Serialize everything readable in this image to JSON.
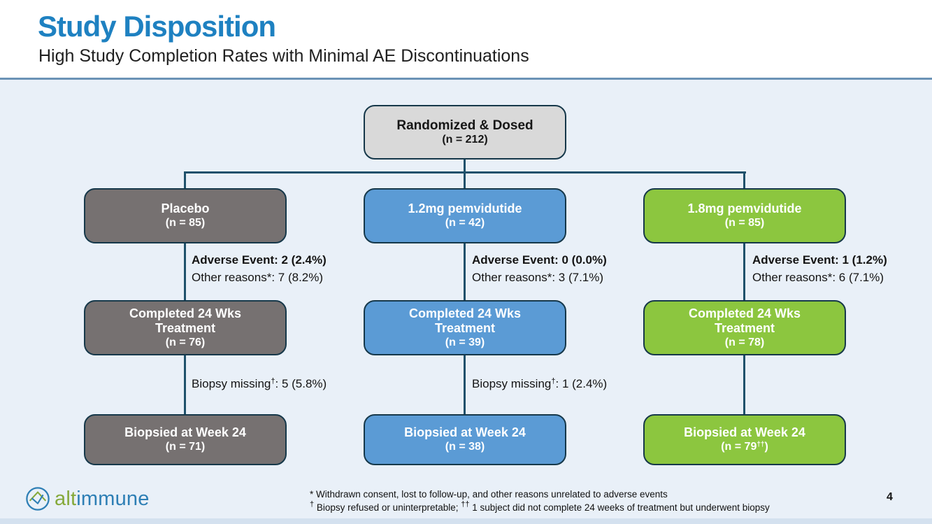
{
  "header": {
    "title": "Study Disposition",
    "subtitle": "High Study Completion Rates with Minimal AE Discontinuations"
  },
  "colors": {
    "title_blue": "#1E81C1",
    "divider": "#6B93B6",
    "content_bg": "#E9F0F8",
    "box_border": "#16384A",
    "connector": "#1F516B",
    "root_gray": "#D9D9D9",
    "placebo_gray": "#767171",
    "dose12_blue": "#5B9BD5",
    "dose18_green": "#8CC63F",
    "logo_green": "#85A93A",
    "logo_blue": "#2E7FB5"
  },
  "flow": {
    "root": {
      "title": "Randomized & Dosed",
      "n": "(n = 212)"
    },
    "columns": [
      {
        "arm_title": "Placebo",
        "arm_n": "(n = 85)",
        "ae_note": "Adverse Event: 2 (2.4%)",
        "other_note": "Other reasons*: 7 (8.2%)",
        "completed_l1": "Completed 24 Wks",
        "completed_l2": "Treatment",
        "completed_n": "(n = 76)",
        "biopsy_pre": "Biopsy missing",
        "biopsy_sup": "†",
        "biopsy_post": ": 5 (5.8%)",
        "biopsied_title": "Biopsied at Week 24",
        "biopsied_n_pre": "(n = 71",
        "biopsied_n_sup": "",
        "biopsied_n_post": ")"
      },
      {
        "arm_title": "1.2mg pemvidutide",
        "arm_n": "(n = 42)",
        "ae_note": "Adverse Event: 0 (0.0%)",
        "other_note": "Other reasons*: 3 (7.1%)",
        "completed_l1": "Completed 24 Wks",
        "completed_l2": "Treatment",
        "completed_n": "(n = 39)",
        "biopsy_pre": "Biopsy missing",
        "biopsy_sup": "†",
        "biopsy_post": ": 1 (2.4%)",
        "biopsied_title": "Biopsied at Week 24",
        "biopsied_n_pre": "(n = 38",
        "biopsied_n_sup": "",
        "biopsied_n_post": ")"
      },
      {
        "arm_title": "1.8mg pemvidutide",
        "arm_n": "(n = 85)",
        "ae_note": "Adverse Event: 1 (1.2%)",
        "other_note": "Other reasons*: 6 (7.1%)",
        "completed_l1": "Completed 24 Wks",
        "completed_l2": "Treatment",
        "completed_n": "(n = 78)",
        "biopsied_title": "Biopsied at Week 24",
        "biopsied_n_pre": "(n = 79",
        "biopsied_n_sup": "††",
        "biopsied_n_post": ")"
      }
    ]
  },
  "footer": {
    "logo_alt": "alt",
    "logo_immune": "immune",
    "footnote1": "* Withdrawn consent, lost to follow-up, and other reasons unrelated to adverse events",
    "footnote2_sup1": "†",
    "footnote2_text1": " Biopsy refused or uninterpretable;  ",
    "footnote2_sup2": "††",
    "footnote2_text2": " 1 subject did not complete 24 weeks of treatment but underwent biopsy",
    "page_number": "4"
  }
}
